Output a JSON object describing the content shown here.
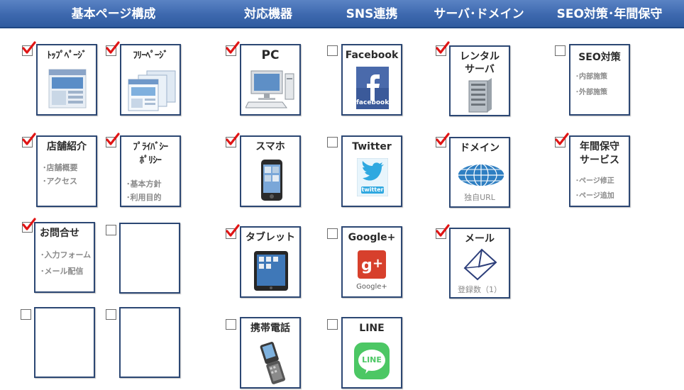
{
  "header": {
    "columns": [
      {
        "key": "basic",
        "label": "基本ページ構成"
      },
      {
        "key": "device",
        "label": "対応機器"
      },
      {
        "key": "sns",
        "label": "SNS連携"
      },
      {
        "key": "server",
        "label": "サーバ･ドメイン"
      },
      {
        "key": "seo",
        "label": "SEO対策･年間保守"
      }
    ]
  },
  "colors": {
    "header": "#3d68ae",
    "card_border": "#2c4773",
    "check": "#e01515",
    "sub_text": "#8a8a8a"
  },
  "basic": {
    "top": {
      "title": "ﾄｯﾌﾟﾍﾟｰｼﾞ",
      "checked": true
    },
    "free": {
      "title": "ﾌﾘｰﾍﾟｰｼﾞ",
      "checked": true
    },
    "store": {
      "title": "店舗紹介",
      "items": [
        "･店舗概要",
        "･アクセス"
      ],
      "checked": true
    },
    "privacy": {
      "title_line1": "ﾌﾟﾗｲﾊﾞｼｰ",
      "title_line2": "ﾎﾟﾘｼｰ",
      "items": [
        "･基本方針",
        "･利用目的"
      ],
      "checked": true
    },
    "contact": {
      "title": "お問合せ",
      "items": [
        "･入力フォーム",
        "･メール配信"
      ],
      "checked": true
    },
    "blank1": {
      "checked": false
    },
    "blank2": {
      "checked": false
    },
    "blank3": {
      "checked": false
    }
  },
  "device": {
    "pc": {
      "title": "PC",
      "checked": true
    },
    "smartphone": {
      "title": "スマホ",
      "checked": true
    },
    "tablet": {
      "title": "タブレット",
      "checked": true
    },
    "mobile": {
      "title": "携帯電話",
      "checked": false
    }
  },
  "sns": {
    "facebook": {
      "title": "Facebook",
      "logo_text": "facebook",
      "checked": false
    },
    "twitter": {
      "title": "Twitter",
      "logo_text": "twitter",
      "checked": false
    },
    "googleplus": {
      "title": "Google+",
      "logo_text": "Google+",
      "checked": false
    },
    "line": {
      "title": "LINE",
      "logo_text": "LINE",
      "checked": false
    }
  },
  "server": {
    "rental": {
      "title_line1": "レンタル",
      "title_line2": "サーバ",
      "checked": true
    },
    "domain": {
      "title": "ドメイン",
      "note": "独自URL",
      "checked": true
    },
    "mail": {
      "title": "メール",
      "note": "登録数（1）",
      "checked": true
    }
  },
  "seo": {
    "seo": {
      "title": "SEO対策",
      "items": [
        "･内部施策",
        "･外部施策"
      ],
      "checked": false
    },
    "maintenance": {
      "title_line1": "年間保守",
      "title_line2": "サービス",
      "items": [
        "･ページ修正",
        "･ページ追加"
      ],
      "checked": true
    }
  }
}
